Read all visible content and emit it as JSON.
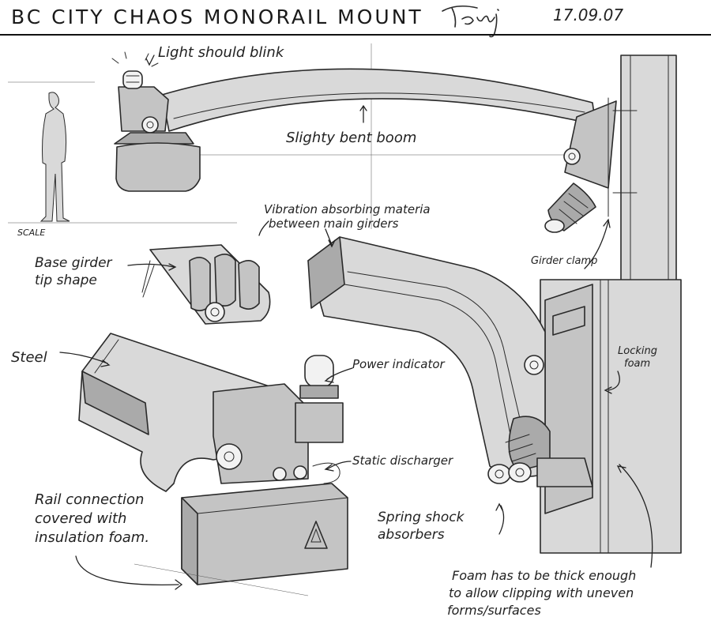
{
  "header": {
    "title": "BC CITY CHAOS   MONORAIL MOUNT",
    "date": "17.09.07"
  },
  "labels": {
    "light_blink": "Light should blink",
    "bent_boom": "Slighty bent boom",
    "scale": "SCALE",
    "vibration_line1": "Vibration absorbing materia",
    "vibration_line2": "between main girders",
    "girder_clamp": "Girder clamp",
    "base_girder_line1": "Base girder",
    "base_girder_line2": "tip shape",
    "steel": "Steel",
    "power_indicator": "Power indicator",
    "locking_line1": "Locking",
    "locking_line2": "foam",
    "static_discharger": "Static discharger",
    "rail_line1": "Rail connection",
    "rail_line2": "covered with",
    "rail_line3": "insulation foam.",
    "spring_line1": "Spring shock",
    "spring_line2": "absorbers",
    "foam_line1": "Foam has to be thick enough",
    "foam_line2": "to allow clipping with uneven",
    "foam_line3": "forms/surfaces"
  },
  "colors": {
    "paper": "#ffffff",
    "ink": "#2a2a2a",
    "shade_light": "#d9d9d9",
    "shade_mid": "#c4c4c4",
    "shade_dark": "#8f8f8f"
  }
}
